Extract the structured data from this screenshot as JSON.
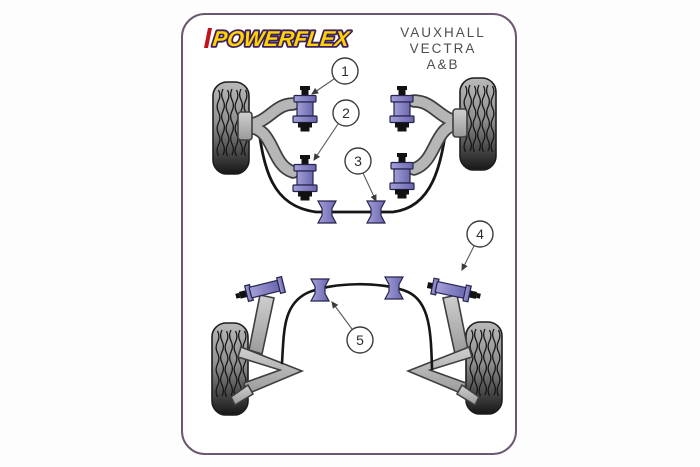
{
  "brand": {
    "logo_text": "POWERFLEX"
  },
  "vehicle": {
    "line1": "VAUXHALL",
    "line2": "VECTRA",
    "line3": "A&B"
  },
  "callouts": [
    {
      "number": "1"
    },
    {
      "number": "2"
    },
    {
      "number": "3"
    },
    {
      "number": "4"
    },
    {
      "number": "5"
    }
  ],
  "colors": {
    "bushing_purple": "#8a86c4",
    "logo_yellow": "#ffd400",
    "logo_outline": "#3d2060",
    "card_border": "#6b5870",
    "arm_gray": "#b6b6b6",
    "bar_black": "#161616",
    "title_gray": "#4e4e4e"
  }
}
